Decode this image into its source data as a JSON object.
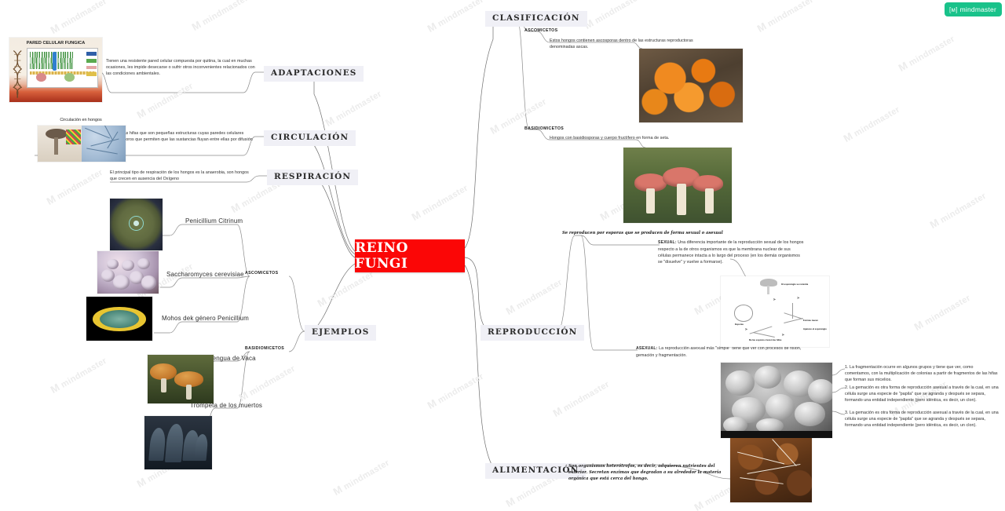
{
  "brand": {
    "name": "mindmaster",
    "icon": "[M]",
    "color": "#19c28a"
  },
  "watermark": {
    "text": "mindmaster",
    "mark": "M"
  },
  "root": {
    "label": "REINO FUNGI",
    "color": "#fb0606",
    "text_color": "#ffffff"
  },
  "topics": {
    "adaptaciones": {
      "label": "ADAPTACIONES"
    },
    "circulacion": {
      "label": "CIRCULACIÓN"
    },
    "respiracion": {
      "label": "RESPIRACIÓN"
    },
    "ejemplos": {
      "label": "EJEMPLOS"
    },
    "clasificacion": {
      "label": "CLASIFICACIÓN"
    },
    "reproduccion": {
      "label": "REPRODUCCIÓN"
    },
    "alimentacion": {
      "label": "ALIMENTACIÓN"
    }
  },
  "adaptaciones": {
    "note": "Tienen una resistente pared celular compuesta por quitina, la cual en muchas ocasiones, les impide desecarse o sufrir otros inconvenientes relacionados con las condiciones ambientales.",
    "image_caption": "PARED CELULAR FUNGICA"
  },
  "circulacion": {
    "note": "utilizan las hifas que son pequeñas estructuras cuyas paredes celulares poseen poros que permiten que las sustancias fluyan entre ellas por difusión",
    "image_caption": "Circulación en hongos"
  },
  "respiracion": {
    "note": "El principal tipo de respiración de los hongos es la anaerobia, son hongos que crecen en ausencia del Oxígeno"
  },
  "ejemplos": {
    "groups": [
      {
        "label": "ASCOMICETOS",
        "items": [
          "Penicillium Citrinum",
          "Saccharomyces cerevisiae",
          "Mohos dek género Penicillium"
        ]
      },
      {
        "label": "BASIDIOMICETOS",
        "items": [
          "Lengua de Vaca",
          "Trompeta de los muertos"
        ]
      }
    ]
  },
  "clasificacion": {
    "groups": [
      {
        "label": "ASCOMICETOS",
        "note": "Estos hongos contienen ascosporas dentro de las estructuras reproductoras denominadas ascas."
      },
      {
        "label": "BASIDIOMICETOS",
        "note": "Hongos con basidiosporas y cuerpo fructífero en forma de seta."
      }
    ]
  },
  "reproduccion": {
    "headline": "Se reproducen por esporas que se producen de forma sexual o asexual",
    "sexual_lead": "SEXUAL:",
    "sexual_note": "Una diferencia importante de la reproducción sexual de los hongos respecto a la de otros organismos es que la membrana nuclear de sus células permanece intacta a lo largo del proceso (en los demás organismos se \"disuelve\" y vuelve a formarse).",
    "asexual_lead": "ASEXUAL:",
    "asexual_note": "La reproducción asexual más \"simple\" tiene que ver con procesos de fisión, gemación y fragmentación.",
    "list": [
      "1. La fragmentación ocurre en algunos grupos y tiene que ver, como comentamos, con la multiplicación de colonias a partir de fragmentos de las hifas que forman sus micelios.",
      "2. La gemación es otra forma de reproducción asexual a través de la cual, en una célula surge una especie de \"papila\" que se agranda y después se separa, formando una entidad independiente (pero idéntica, es decir, un clon).",
      "3. La gemación es otra forma de reproducción asexual a través de la cual, en una célula surge una especie de \"papila\" que se agranda y después se separa, formando una entidad independiente (pero idéntica, es decir, un clon)."
    ],
    "cycle_labels": [
      "El esporangio se revienta",
      "Esporas",
      "Aparece el esporangio",
      "Formas nuevo",
      "De las esporas crecen las hifas"
    ]
  },
  "alimentacion": {
    "note": "Son organismos heterótrofos, es decir, adquieren nutrientes del exterior. Secretan enzimas que degradan a su alrededor la materia orgánica que está cerca del hongo."
  }
}
